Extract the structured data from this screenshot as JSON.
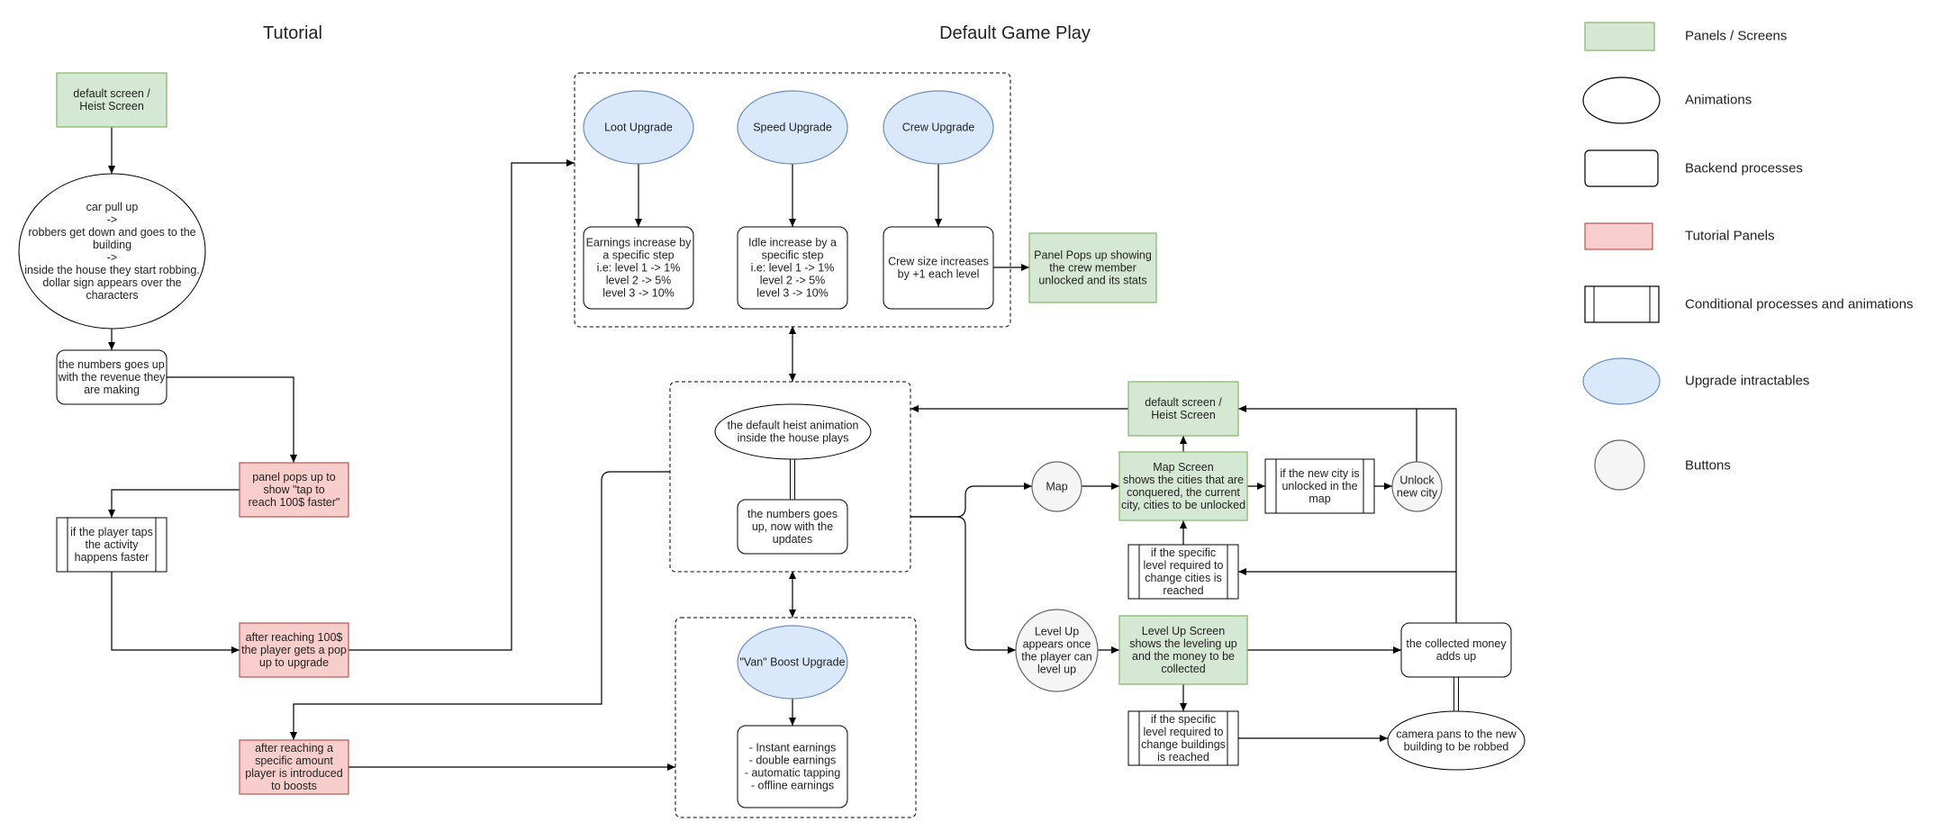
{
  "headers": {
    "tutorial": "Tutorial",
    "default": "Default Game Play"
  },
  "colors": {
    "panel_fill": "#d5e8d4",
    "panel_stroke": "#82b366",
    "tutorial_fill": "#f8cecc",
    "tutorial_stroke": "#b85450",
    "upgrade_fill": "#dae8fc",
    "upgrade_stroke": "#6c8ebf",
    "button_fill": "#f5f5f5",
    "button_stroke": "#666666"
  },
  "tutorial": {
    "default_screen": [
      "default screen /",
      "Heist Screen"
    ],
    "car_pull_up": [
      "car pull up",
      "->",
      "robbers get down and goes to the",
      "building",
      "->",
      "inside the house they start robbing.",
      "dollar sign appears over the",
      "characters"
    ],
    "numbers_up": [
      "the numbers goes up",
      "with the revenue they",
      "are making"
    ],
    "panel_pops": [
      "panel pops up to",
      "show \"tap to",
      "reach 100$ faster\""
    ],
    "player_taps": [
      "if the player taps",
      "the activity",
      "happens faster"
    ],
    "after_100": [
      "after reaching 100$",
      "the player gets a pop",
      "up to upgrade"
    ],
    "after_amount": [
      "after reaching a",
      "specific amount",
      "player is introduced",
      "to boosts"
    ]
  },
  "upgrades": {
    "loot": "Loot Upgrade",
    "speed": "Speed Upgrade",
    "crew": "Crew Upgrade",
    "earnings": [
      "Earnings increase by",
      "a specific step",
      "i.e: level 1 -> 1%",
      "level 2 -> 5%",
      "level 3 -> 10%"
    ],
    "idle": [
      "Idle increase by a",
      "specific step",
      "i.e: level 1 -> 1%",
      "level 2 -> 5%",
      "level 3 -> 10%"
    ],
    "crew_size": [
      "Crew size increases",
      "by +1 each level"
    ],
    "crew_panel": [
      "Panel Pops up showing",
      "the crew member",
      "unlocked and its stats"
    ]
  },
  "heist": {
    "animation": [
      "the default heist animation",
      "inside the house plays"
    ],
    "numbers": [
      "the numbers goes",
      "up, now with the",
      "updates"
    ]
  },
  "boost": {
    "van": "\"Van\" Boost Upgrade",
    "effects": [
      "- Instant earnings",
      "- double earnings",
      "- automatic tapping",
      "- offline earnings"
    ]
  },
  "flow": {
    "default_screen": [
      "default screen /",
      "Heist Screen"
    ],
    "map_button": "Map",
    "map_screen": [
      "Map Screen",
      "shows the cities that are",
      "conquered, the current",
      "city, cities to be unlocked"
    ],
    "new_city_check": [
      "if the new city is",
      "unlocked in the",
      "map"
    ],
    "unlock_city": [
      "Unlock",
      "new city"
    ],
    "city_level_check": [
      "if the specific",
      "level required to",
      "change cities is",
      "reached"
    ],
    "level_up_button": [
      "Level Up",
      "appears once",
      "the player can",
      "level up"
    ],
    "level_up_screen": [
      "Level Up Screen",
      "shows the leveling up",
      "and the money to be",
      "collected"
    ],
    "money_adds": [
      "the collected money",
      "adds up"
    ],
    "building_level_check": [
      "if the specific",
      "level required to",
      "change buildings",
      "is reached"
    ],
    "camera_pans": [
      "camera pans to the new",
      "building to be robbed"
    ]
  },
  "legend": {
    "panels": "Panels / Screens",
    "animations": "Animations",
    "backend": "Backend processes",
    "tutorial": "Tutorial Panels",
    "conditional": "Conditional processes and animations",
    "upgrade": "Upgrade intractables",
    "buttons": "Buttons"
  }
}
